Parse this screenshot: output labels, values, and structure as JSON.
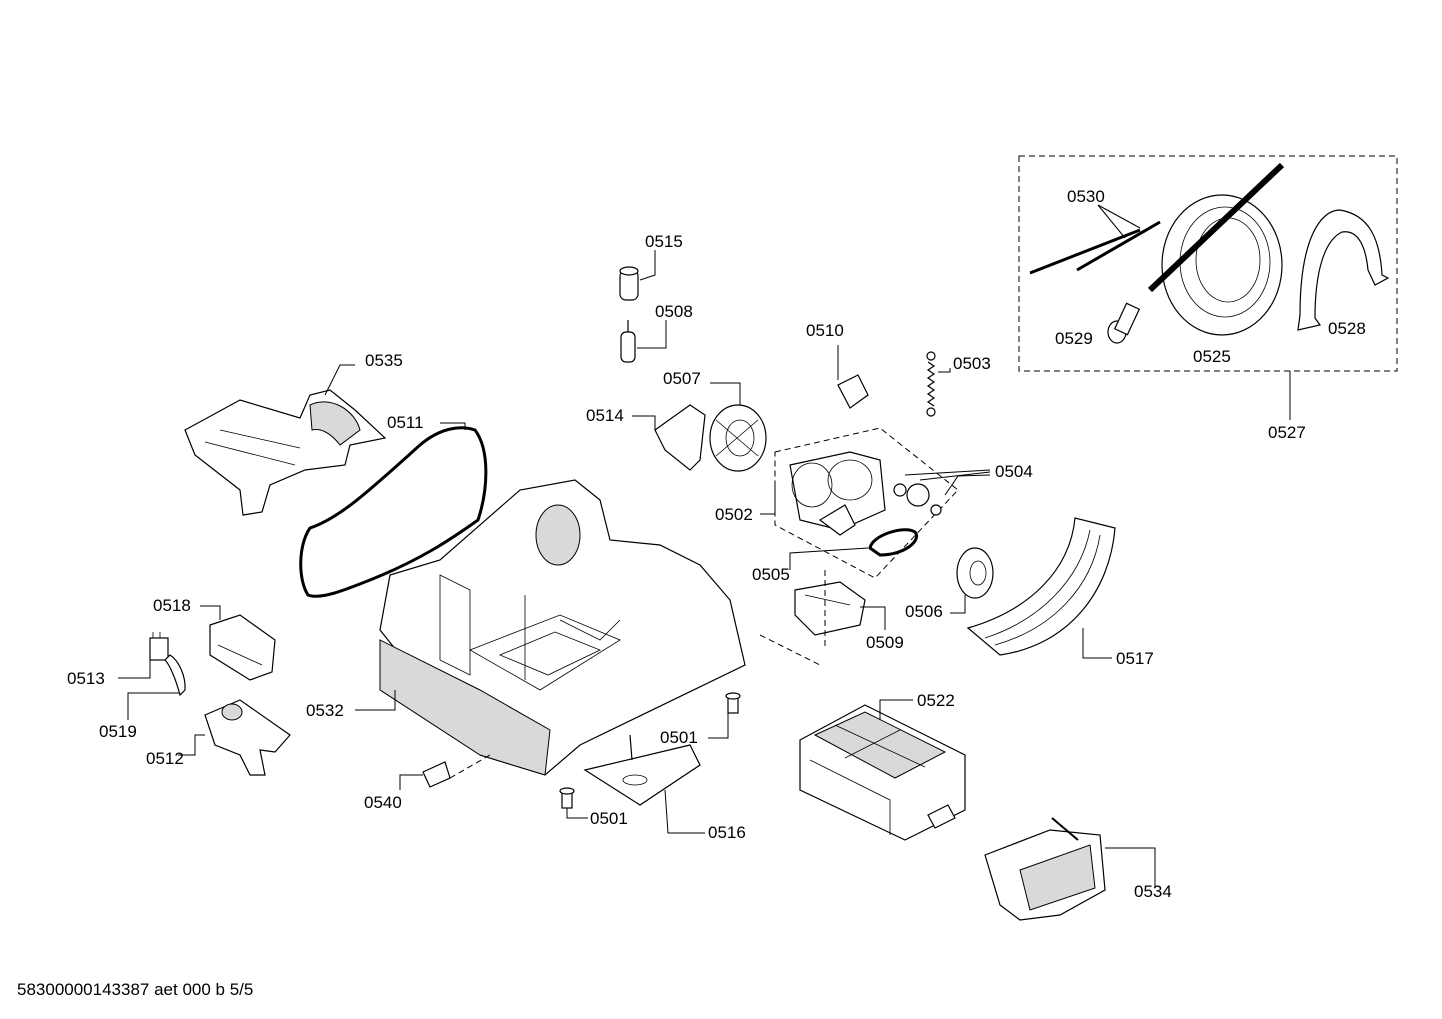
{
  "document_id": "58300000143387 aet 000 b 5/5",
  "labels": {
    "p0501a": "0501",
    "p0501b": "0501",
    "p0502": "0502",
    "p0503": "0503",
    "p0504": "0504",
    "p0505": "0505",
    "p0506": "0506",
    "p0507": "0507",
    "p0508": "0508",
    "p0509": "0509",
    "p0510": "0510",
    "p0511": "0511",
    "p0512": "0512",
    "p0513": "0513",
    "p0514": "0514",
    "p0515": "0515",
    "p0516": "0516",
    "p0517": "0517",
    "p0518": "0518",
    "p0519": "0519",
    "p0522": "0522",
    "p0525": "0525",
    "p0527": "0527",
    "p0528": "0528",
    "p0529": "0529",
    "p0530": "0530",
    "p0532": "0532",
    "p0534": "0534",
    "p0535": "0535",
    "p0540": "0540"
  }
}
